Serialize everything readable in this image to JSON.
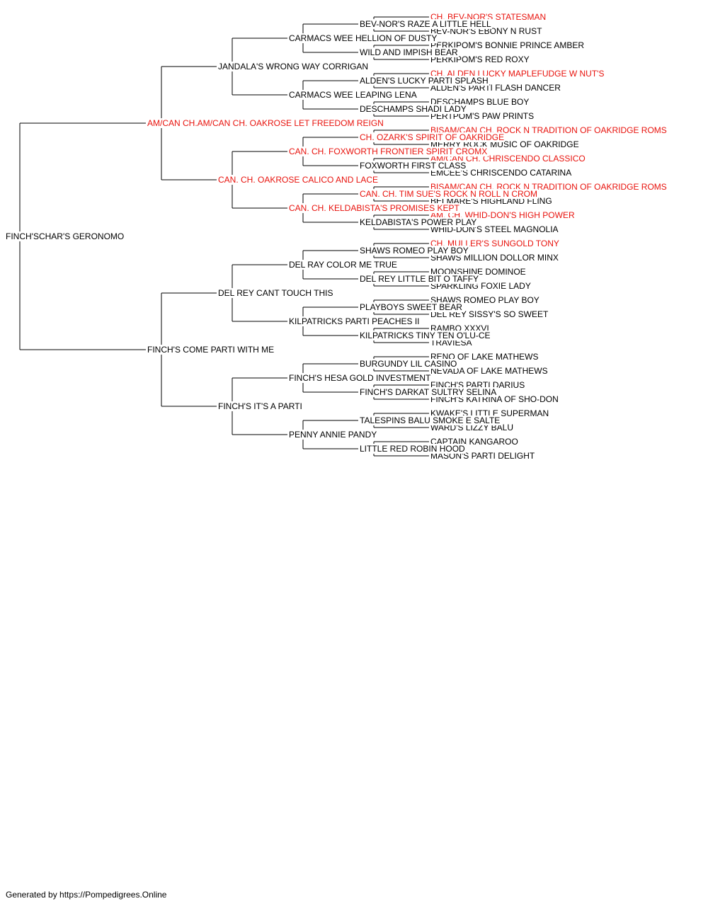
{
  "colors": {
    "champion": "#e8120c",
    "normal": "#000000",
    "line": "#000000"
  },
  "footer": "Generated by https://Pompedigrees.Online",
  "pedigree": {
    "name": "FINCH'SCHAR'S GERONOMO",
    "ch": false,
    "sire": {
      "name": "AM/CAN CH.AM/CAN CH. OAKROSE LET FREEDOM REIGN",
      "ch": true,
      "sire": {
        "name": "JANDALA'S WRONG WAY CORRIGAN",
        "ch": false,
        "sire": {
          "name": "CARMACS WEE HELLION OF DUSTY",
          "ch": false,
          "sire": {
            "name": "BEV-NOR'S RAZE A LITTLE HELL",
            "ch": false,
            "sire": {
              "name": "CH. BEV-NOR'S STATESMAN",
              "ch": true
            },
            "dam": {
              "name": "BEV-NOR'S EBONY N RUST",
              "ch": false
            }
          },
          "dam": {
            "name": "WILD AND IMPISH BEAR",
            "ch": false,
            "sire": {
              "name": "PERKIPOM'S BONNIE PRINCE AMBER",
              "ch": false
            },
            "dam": {
              "name": "PERKIPOM'S RED ROXY",
              "ch": false
            }
          }
        },
        "dam": {
          "name": "CARMACS WEE LEAPING LENA",
          "ch": false,
          "sire": {
            "name": "ALDEN'S LUCKY PARTI SPLASH",
            "ch": false,
            "sire": {
              "name": "CH. ALDEN LUCKY MAPLEFUDGE W NUT'S",
              "ch": true
            },
            "dam": {
              "name": "ALDEN'S PARTI FLASH DANCER",
              "ch": false
            }
          },
          "dam": {
            "name": "DESCHAMPS SHADI LADY",
            "ch": false,
            "sire": {
              "name": "DESCHAMPS BLUE BOY",
              "ch": false
            },
            "dam": {
              "name": "PERTPOM'S PAW PRINTS",
              "ch": false
            }
          }
        }
      },
      "dam": {
        "name": "CAN. CH. OAKROSE CALICO AND LACE",
        "ch": true,
        "sire": {
          "name": "CAN. CH. FOXWORTH FRONTIER SPIRIT CROMX",
          "ch": true,
          "sire": {
            "name": "CH. OZARK'S SPIRIT OF OAKRIDGE",
            "ch": true,
            "sire": {
              "name": "BISAM/CAN CH. ROCK N TRADITION OF OAKRIDGE ROMS",
              "ch": true
            },
            "dam": {
              "name": "MERRY ROCK MUSIC OF OAKRIDGE",
              "ch": false
            }
          },
          "dam": {
            "name": "FOXWORTH FIRST CLASS",
            "ch": false,
            "sire": {
              "name": "AM/CAN CH. CHRISCENDO CLASSICO",
              "ch": true
            },
            "dam": {
              "name": "EMCEE'S CHRISCENDO CATARINA",
              "ch": false
            }
          }
        },
        "dam": {
          "name": "CAN. CH. KELDABISTA'S PROMISES KEPT",
          "ch": true,
          "sire": {
            "name": "CAN. CH. TIM SUE'S ROCK N ROLL N CROM",
            "ch": true,
            "sire": {
              "name": "BISAM/CAN CH. ROCK N TRADITION OF OAKRIDGE ROMS",
              "ch": true
            },
            "dam": {
              "name": "BELMARE'S HIGHLAND FLING",
              "ch": false
            }
          },
          "dam": {
            "name": "KELDABISTA'S POWER PLAY",
            "ch": false,
            "sire": {
              "name": "AM. CH. WHID-DON'S HIGH POWER",
              "ch": true
            },
            "dam": {
              "name": "WHID-DON'S STEEL MAGNOLIA",
              "ch": false
            }
          }
        }
      }
    },
    "dam": {
      "name": "FINCH'S COME PARTI WITH ME",
      "ch": false,
      "sire": {
        "name": "DEL REY CANT TOUCH THIS",
        "ch": false,
        "sire": {
          "name": "DEL RAY COLOR ME TRUE",
          "ch": false,
          "sire": {
            "name": "SHAWS ROMEO PLAY BOY",
            "ch": false,
            "sire": {
              "name": "CH. MULLER'S SUNGOLD TONY",
              "ch": true
            },
            "dam": {
              "name": "SHAWS MILLION DOLLOR MINX",
              "ch": false
            }
          },
          "dam": {
            "name": "DEL REY LITTLE BIT O TAFFY",
            "ch": false,
            "sire": {
              "name": "MOONSHINE DOMINOE",
              "ch": false
            },
            "dam": {
              "name": "SPARKLING FOXIE LADY",
              "ch": false
            }
          }
        },
        "dam": {
          "name": "KILPATRICKS PARTI PEACHES II",
          "ch": false,
          "sire": {
            "name": "PLAYBOYS SWEET BEAR",
            "ch": false,
            "sire": {
              "name": "SHAWS ROMEO PLAY BOY",
              "ch": false
            },
            "dam": {
              "name": "DEL REY SISSY'S SO SWEET",
              "ch": false
            }
          },
          "dam": {
            "name": "KILPATRICKS TINY TEN O'LU-CE",
            "ch": false,
            "sire": {
              "name": "RAMBO XXXVI",
              "ch": false
            },
            "dam": {
              "name": "TRAVIESA",
              "ch": false
            }
          }
        }
      },
      "dam": {
        "name": "FINCH'S IT'S A PARTI",
        "ch": false,
        "sire": {
          "name": "FINCH'S HESA GOLD INVESTMENT",
          "ch": false,
          "sire": {
            "name": "BURGUNDY LIL CASINO",
            "ch": false,
            "sire": {
              "name": "RENO OF LAKE MATHEWS",
              "ch": false
            },
            "dam": {
              "name": "NEVADA OF LAKE MATHEWS",
              "ch": false
            }
          },
          "dam": {
            "name": "FINCH'S DARKAT SULTRY SELINA",
            "ch": false,
            "sire": {
              "name": "FINCH'S PARTI DARIUS",
              "ch": false
            },
            "dam": {
              "name": "FINCH'S KATRINA OF SHO-DON",
              "ch": false
            }
          }
        },
        "dam": {
          "name": "PENNY ANNIE PANDY",
          "ch": false,
          "sire": {
            "name": "TALESPINS BALU SMOKE E SALTE",
            "ch": false,
            "sire": {
              "name": "KWAKE'S LITTLE SUPERMAN",
              "ch": false
            },
            "dam": {
              "name": "WARD'S LIZZY BALU",
              "ch": false
            }
          },
          "dam": {
            "name": "LITTLE RED ROBIN HOOD",
            "ch": false,
            "sire": {
              "name": "CAPTAIN KANGAROO",
              "ch": false
            },
            "dam": {
              "name": "MASON'S PARTI DELIGHT",
              "ch": false
            }
          }
        }
      }
    }
  }
}
